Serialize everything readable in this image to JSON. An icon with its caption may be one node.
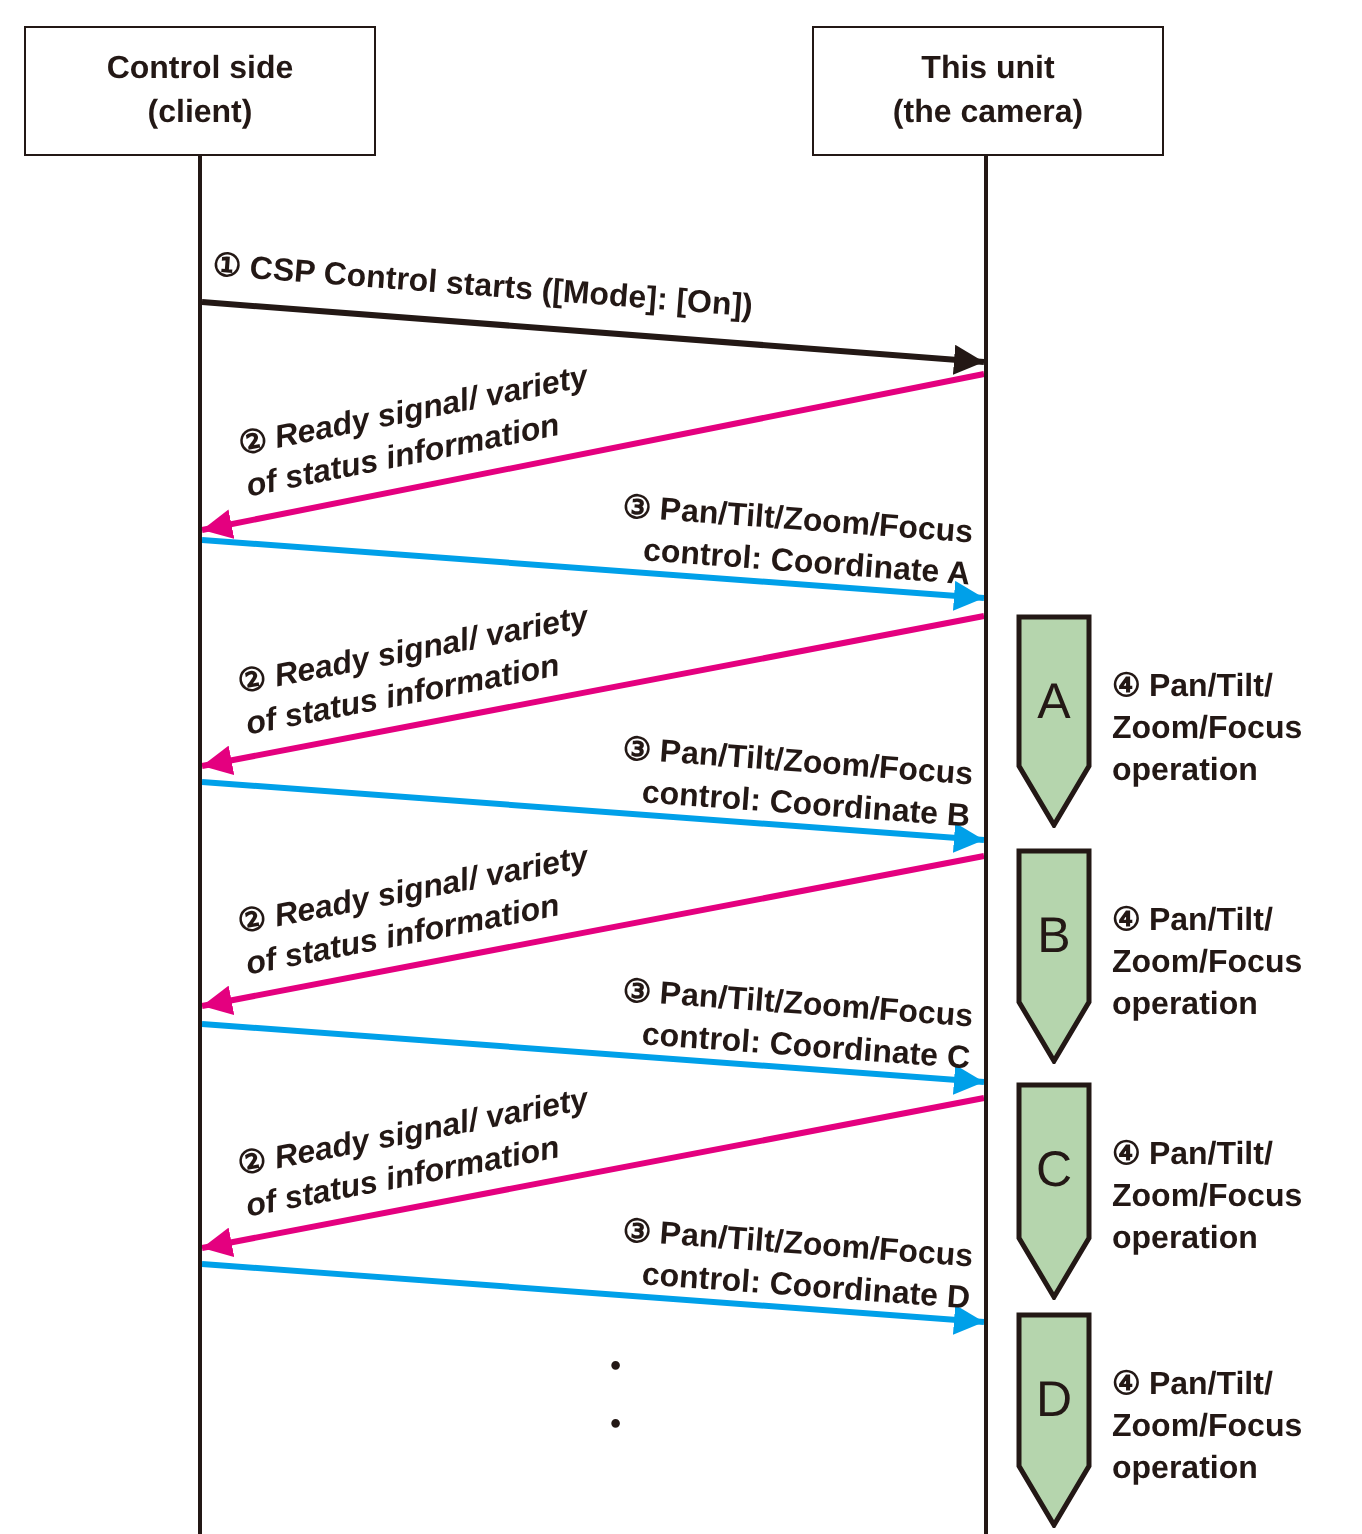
{
  "diagram": {
    "nodes": [
      {
        "text": [
          "Control side (client)"
        ]
      },
      {
        "text": [
          "This unit (the camera)"
        ]
      },
      {
        "text": [],
        "shape": "line"
      },
      {
        "text": [],
        "shape": "line"
      },
      {
        "text": [
          "A"
        ],
        "beside": [
          "④ Pan/Tilt/ Zoom/Focus operation"
        ]
      },
      {
        "text": [
          "B"
        ],
        "beside": [
          "④ Pan/Tilt/ Zoom/Focus operation"
        ]
      },
      {
        "text": [
          "C"
        ],
        "beside": [
          "④ Pan/Tilt/ Zoom/Focus operation"
        ]
      },
      {
        "text": [
          "D"
        ],
        "beside": [
          "④ Pan/Tilt/ Zoom/Focus operation"
        ]
      }
    ],
    "edges": [
      {
        "from": 2,
        "to": 3,
        "arrow": "to",
        "label": "① CSP Control starts ([Mode]: [On])",
        "color": "#231815"
      },
      {
        "from": 3,
        "to": 2,
        "arrow": "to",
        "label": "② *Ready signal/ variety of status information*",
        "color": "#e4007f"
      },
      {
        "from": 2,
        "to": 3,
        "arrow": "to",
        "label": "③ Pan/Tilt/Zoom/Focus control: Coordinate A",
        "color": "#00a0e9"
      },
      {
        "from": 3,
        "to": 2,
        "arrow": "to",
        "label": "② *Ready signal/ variety of status information*",
        "color": "#e4007f"
      },
      {
        "from": 2,
        "to": 3,
        "arrow": "to",
        "label": "③ Pan/Tilt/Zoom/Focus control: Coordinate B",
        "color": "#00a0e9"
      },
      {
        "from": 3,
        "to": 2,
        "arrow": "to",
        "label": "② *Ready signal/ variety of status information*",
        "color": "#e4007f"
      },
      {
        "from": 2,
        "to": 3,
        "arrow": "to",
        "label": "③ Pan/Tilt/Zoom/Focus control: Coordinate C",
        "color": "#00a0e9"
      },
      {
        "from": 3,
        "to": 2,
        "arrow": "to",
        "label": "② *Ready signal/ variety of status information*",
        "color": "#e4007f"
      },
      {
        "from": 2,
        "to": 3,
        "arrow": "to",
        "label": "③ Pan/Tilt/Zoom/Focus control: Coordinate D",
        "color": "#00a0e9"
      }
    ],
    "labels": [
      "•",
      "•"
    ]
  }
}
